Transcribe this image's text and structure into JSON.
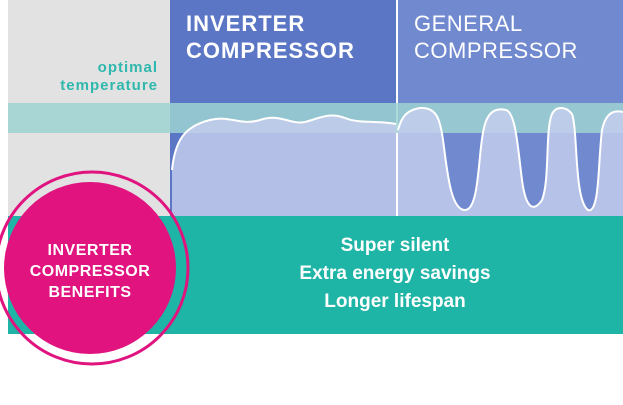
{
  "columns": {
    "inverter": {
      "line1": "INVERTER",
      "line2": "COMPRESSOR"
    },
    "general": {
      "line1": "GENERAL",
      "line2": "COMPRESSOR"
    }
  },
  "optimal_label": {
    "line1": "optimal",
    "line2": "temperature"
  },
  "benefits": {
    "title": {
      "line1": "INVERTER",
      "line2": "COMPRESSOR",
      "line3": "BENEFITS"
    },
    "items": [
      "Super silent",
      "Extra energy savings",
      "Longer lifespan"
    ]
  },
  "colors": {
    "inverter_panel": "#5b76c4",
    "general_panel": "#7089cf",
    "optimal_band": "#9dd3d2",
    "wave_fill": "#c3cdec",
    "benefits_band": "#1fb5a6",
    "benefits_circle": "#e0137f",
    "left_panel": "#e2e2e2",
    "label_teal": "#2fb8ad"
  },
  "icons": {
    "benefits_badge": "magenta-circle-badge",
    "wave": "temperature-wave-line"
  }
}
